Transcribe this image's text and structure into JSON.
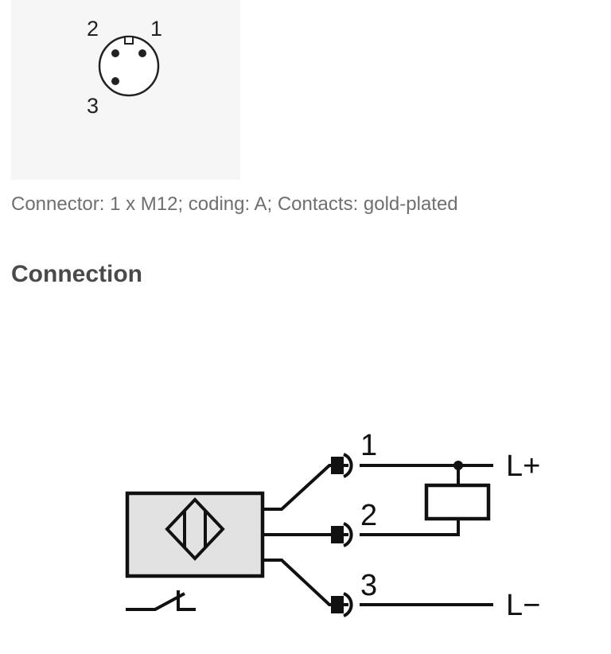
{
  "connector": {
    "pins": [
      "1",
      "2",
      "3"
    ]
  },
  "caption": "Connector: 1 x M12; coding: A; Contacts: gold-plated",
  "section": {
    "title": "Connection"
  },
  "wiring": {
    "pins": [
      "1",
      "2",
      "3"
    ],
    "supply_positive": "L+",
    "supply_negative": "L−"
  }
}
